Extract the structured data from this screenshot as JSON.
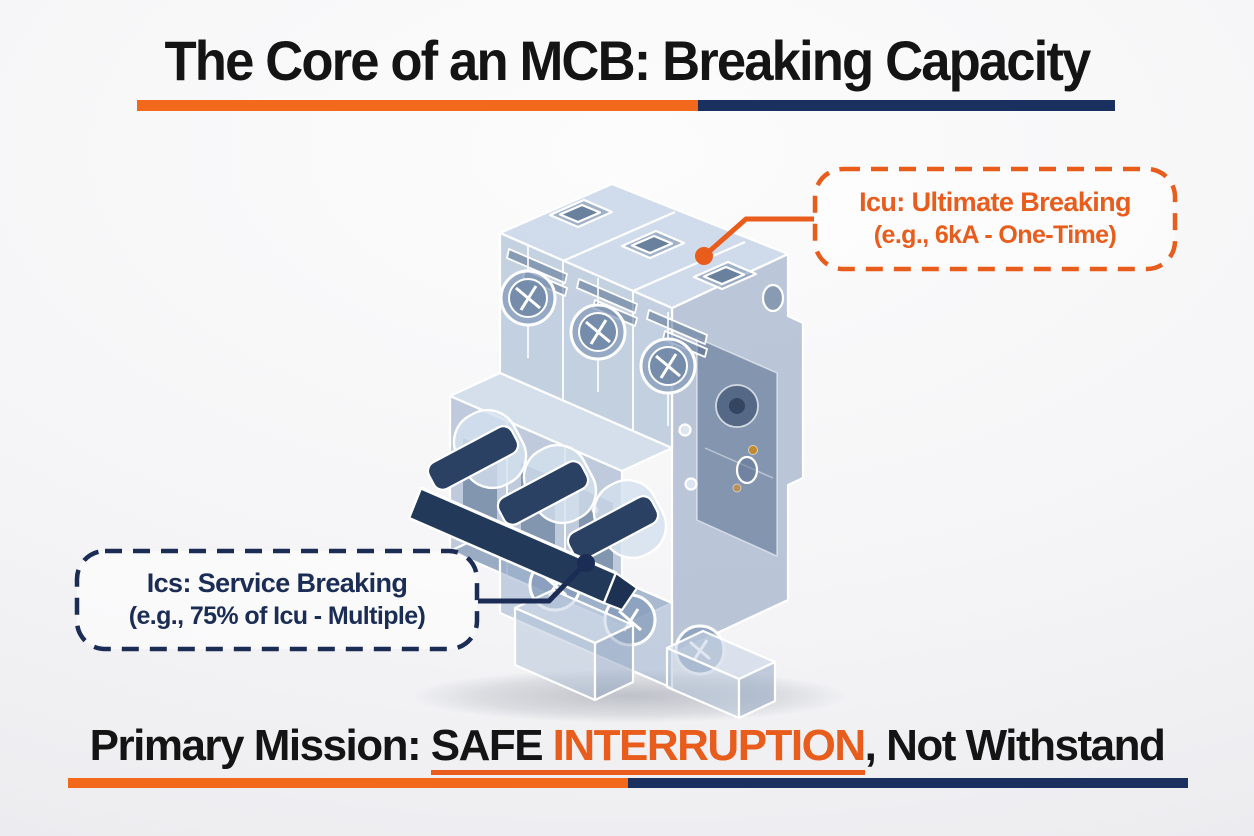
{
  "header": {
    "title": "The Core of an MCB: Breaking Capacity"
  },
  "callouts": {
    "icu": {
      "line1": "Icu: Ultimate Breaking",
      "line2": "(e.g., 6kA - One-Time)"
    },
    "ics": {
      "line1": "Ics: Service Breaking",
      "line2": "(e.g., 75% of Icu - Multiple)"
    }
  },
  "footer": {
    "prefix": "Primary Mission:",
    "emphasis_dark": "SAFE",
    "emphasis_orange": "INTERRUPTION",
    "suffix": ", Not Withstand"
  },
  "figure": {
    "alt": "Translucent three-pole miniature circuit breaker, isometric x-ray render"
  },
  "colors": {
    "orange": "#E85C1C",
    "navy": "#1B2C55",
    "ink": "#141414",
    "bar_orange": "#F2691B",
    "bar_navy": "#1A3160"
  }
}
